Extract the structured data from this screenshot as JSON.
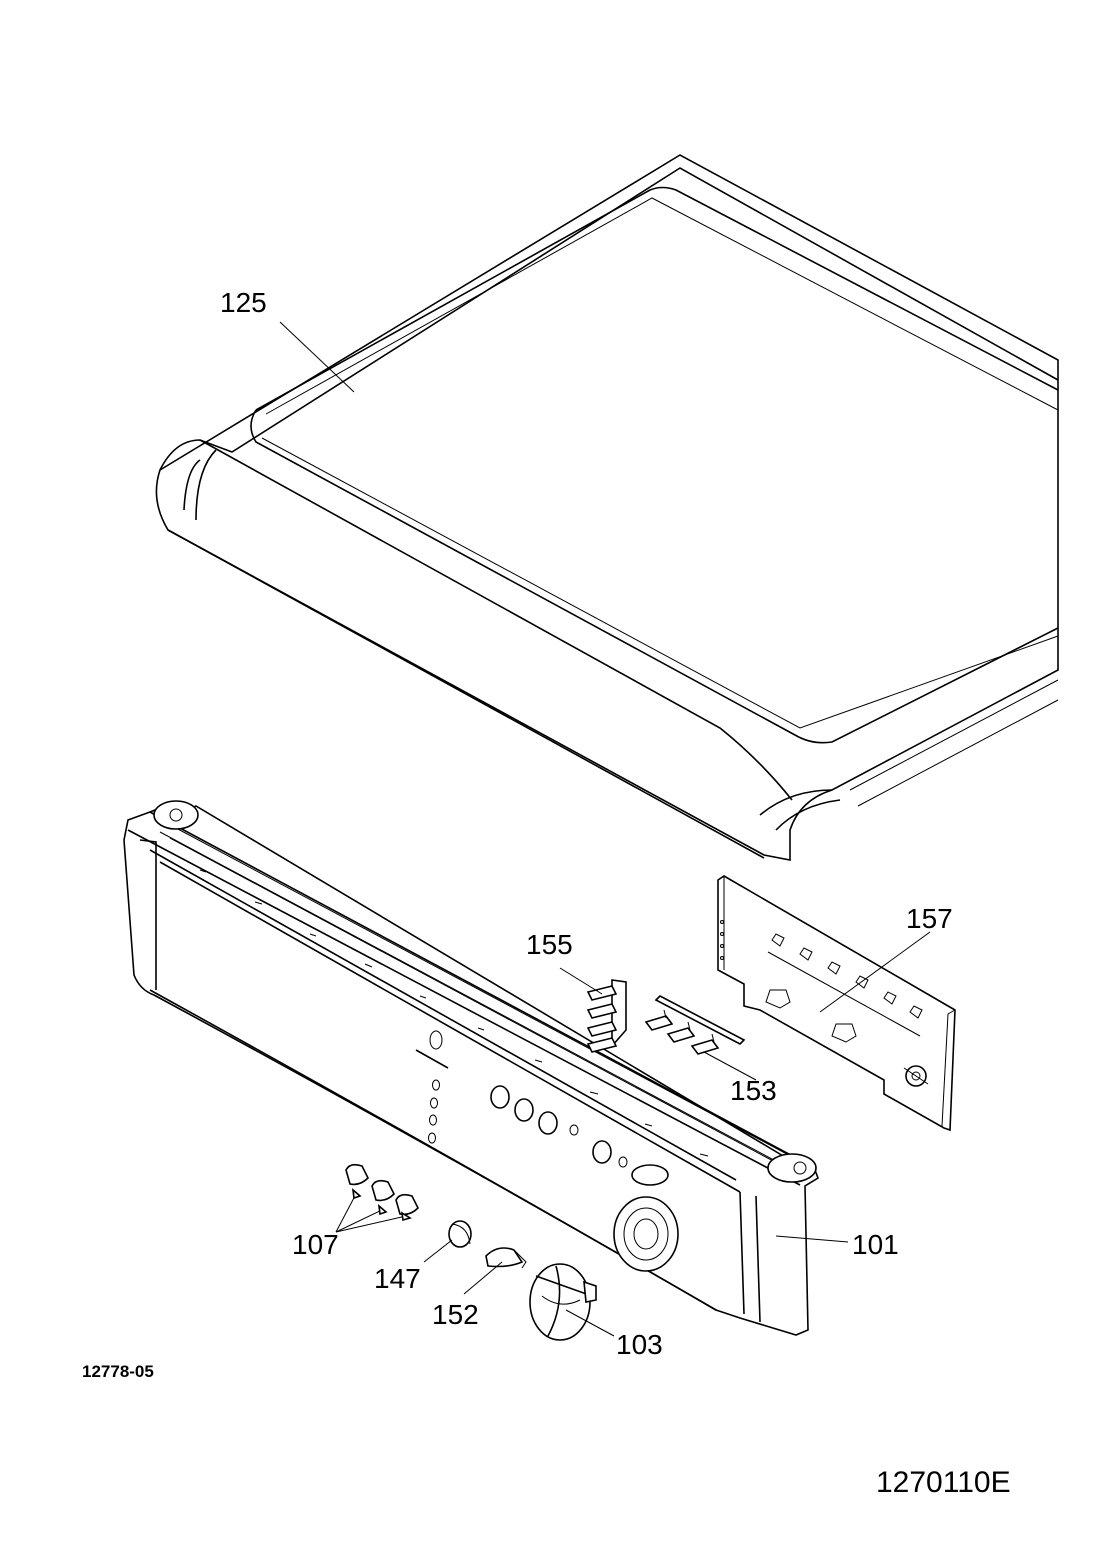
{
  "diagram": {
    "callouts": {
      "lid": "125",
      "control_panel": "101",
      "knob": "103",
      "push_buttons": "107",
      "button_147": "147",
      "button_152": "152",
      "light_guides_153": "153",
      "light_guides_155": "155",
      "pcb": "157"
    },
    "drawing_code": "12778-05",
    "document_number": "1270110E"
  }
}
